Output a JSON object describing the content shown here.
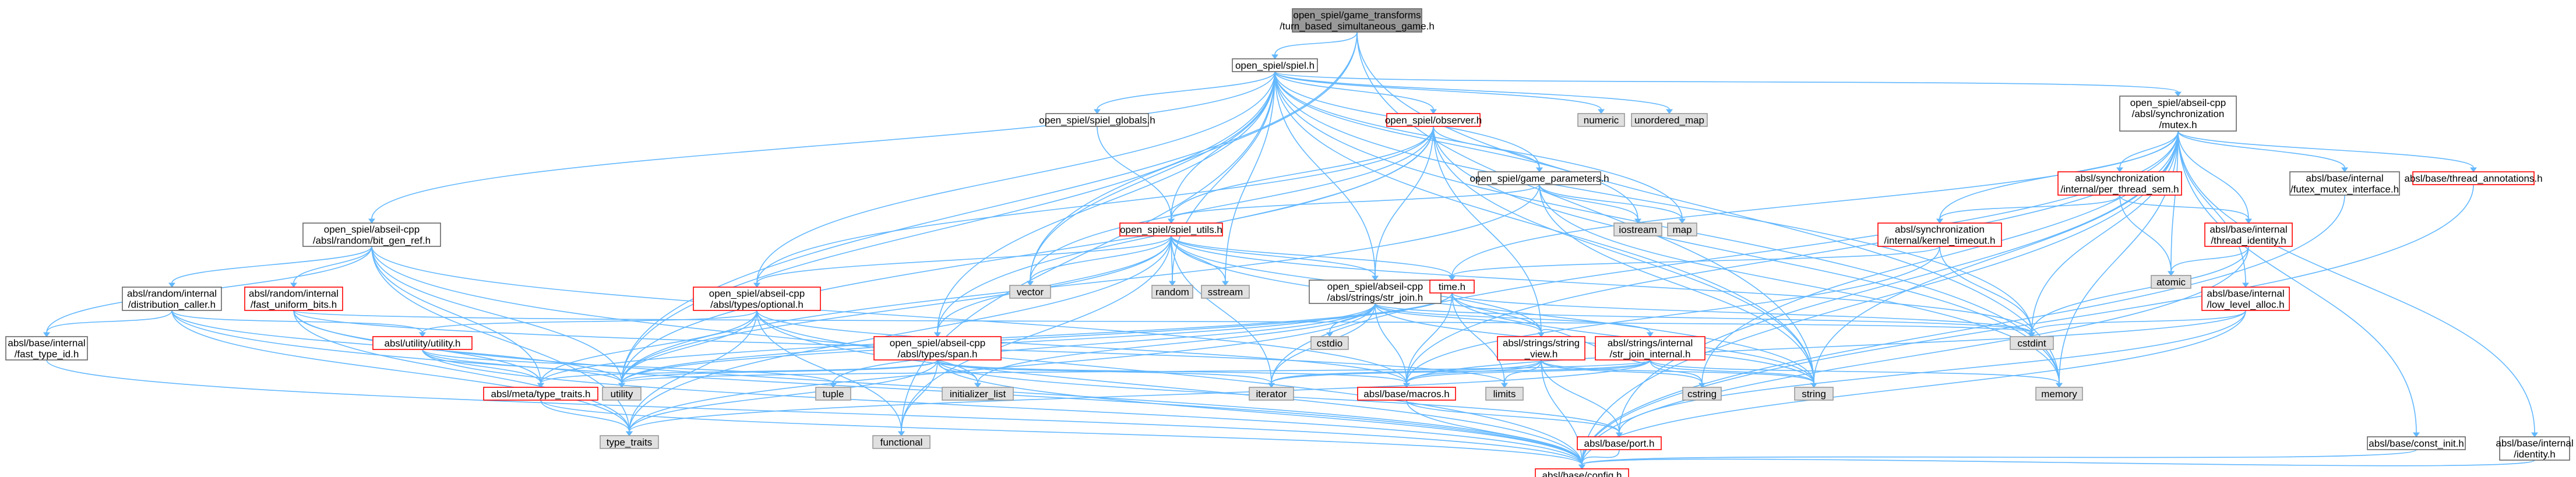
{
  "colors": {
    "root_fill": "#999999",
    "root_stroke": "#666666",
    "file_fill": "#ffffff",
    "file_stroke": "#666666",
    "incomplete_fill": "#ffffff",
    "incomplete_stroke": "#ff0000",
    "system_fill": "#e0e0e0",
    "system_stroke": "#999999",
    "edge": "#63b8ff"
  },
  "nodes": [
    {
      "id": "root",
      "kind": "root",
      "lines": [
        "open_spiel/game_transforms",
        "/turn_based_simultaneous_game.h"
      ]
    },
    {
      "id": "spiel",
      "kind": "file",
      "lines": [
        "open_spiel/spiel.h"
      ]
    },
    {
      "id": "spiel_globals",
      "kind": "file",
      "lines": [
        "open_spiel/spiel_globals.h"
      ]
    },
    {
      "id": "observer",
      "kind": "incomplete",
      "lines": [
        "open_spiel/observer.h"
      ]
    },
    {
      "id": "numeric",
      "kind": "system",
      "lines": [
        "numeric"
      ]
    },
    {
      "id": "unordered_map",
      "kind": "system",
      "lines": [
        "unordered_map"
      ]
    },
    {
      "id": "mutex",
      "kind": "file",
      "lines": [
        "open_spiel/abseil-cpp",
        "/absl/synchronization",
        "/mutex.h"
      ]
    },
    {
      "id": "bit_gen_ref",
      "kind": "file",
      "lines": [
        "open_spiel/abseil-cpp",
        "/absl/random/bit_gen_ref.h"
      ]
    },
    {
      "id": "game_parameters",
      "kind": "file",
      "lines": [
        "open_spiel/game_parameters.h"
      ]
    },
    {
      "id": "spiel_utils",
      "kind": "incomplete",
      "lines": [
        "open_spiel/spiel_utils.h"
      ]
    },
    {
      "id": "iostream",
      "kind": "system",
      "lines": [
        "iostream"
      ]
    },
    {
      "id": "map",
      "kind": "system",
      "lines": [
        "map"
      ]
    },
    {
      "id": "per_thread_sem",
      "kind": "incomplete",
      "lines": [
        "absl/synchronization",
        "/internal/per_thread_sem.h"
      ]
    },
    {
      "id": "kernel_timeout",
      "kind": "incomplete",
      "lines": [
        "absl/synchronization",
        "/internal/kernel_timeout.h"
      ]
    },
    {
      "id": "thread_identity",
      "kind": "incomplete",
      "lines": [
        "absl/base/internal",
        "/thread_identity.h"
      ]
    },
    {
      "id": "futex_waiter",
      "kind": "file",
      "lines": [
        "absl/base/internal",
        "/futex_mutex_interface.h"
      ]
    },
    {
      "id": "thread_annotations",
      "kind": "incomplete",
      "lines": [
        "absl/base/thread_annotations.h"
      ]
    },
    {
      "id": "atomic",
      "kind": "system",
      "lines": [
        "atomic"
      ]
    },
    {
      "id": "low_level_alloc",
      "kind": "incomplete",
      "lines": [
        "absl/base/internal",
        "/low_level_alloc.h"
      ]
    },
    {
      "id": "distribution_caller",
      "kind": "file",
      "lines": [
        "absl/random/internal",
        "/distribution_caller.h"
      ]
    },
    {
      "id": "fast_uniform_bits",
      "kind": "incomplete",
      "lines": [
        "absl/random/internal",
        "/fast_uniform_bits.h"
      ]
    },
    {
      "id": "optional",
      "kind": "incomplete",
      "lines": [
        "open_spiel/abseil-cpp",
        "/absl/types/optional.h"
      ]
    },
    {
      "id": "vector",
      "kind": "system",
      "lines": [
        "vector"
      ]
    },
    {
      "id": "random",
      "kind": "system",
      "lines": [
        "random"
      ]
    },
    {
      "id": "sstream",
      "kind": "system",
      "lines": [
        "sstream"
      ]
    },
    {
      "id": "str_join",
      "kind": "file",
      "lines": [
        "open_spiel/abseil-cpp",
        "/absl/strings/str_join.h"
      ]
    },
    {
      "id": "time_h",
      "kind": "incomplete",
      "lines": [
        "time.h"
      ]
    },
    {
      "id": "fast_type_id",
      "kind": "file",
      "lines": [
        "absl/base/internal",
        "/fast_type_id.h"
      ]
    },
    {
      "id": "utility_h",
      "kind": "incomplete",
      "lines": [
        "absl/utility/utility.h"
      ]
    },
    {
      "id": "span",
      "kind": "incomplete",
      "lines": [
        "open_spiel/abseil-cpp",
        "/absl/types/span.h"
      ]
    },
    {
      "id": "cstdio",
      "kind": "system",
      "lines": [
        "cstdio"
      ]
    },
    {
      "id": "string_view",
      "kind": "incomplete",
      "lines": [
        "absl/strings/string",
        "_view.h"
      ]
    },
    {
      "id": "str_join_internal",
      "kind": "incomplete",
      "lines": [
        "absl/strings/internal",
        "/str_join_internal.h"
      ]
    },
    {
      "id": "cstdint",
      "kind": "system",
      "lines": [
        "cstdint"
      ]
    },
    {
      "id": "type_traits_h",
      "kind": "incomplete",
      "lines": [
        "absl/meta/type_traits.h"
      ]
    },
    {
      "id": "utility",
      "kind": "system",
      "lines": [
        "utility"
      ]
    },
    {
      "id": "tuple",
      "kind": "system",
      "lines": [
        "tuple"
      ]
    },
    {
      "id": "initializer_list",
      "kind": "system",
      "lines": [
        "initializer_list"
      ]
    },
    {
      "id": "iterator",
      "kind": "system",
      "lines": [
        "iterator"
      ]
    },
    {
      "id": "macros",
      "kind": "incomplete",
      "lines": [
        "absl/base/macros.h"
      ]
    },
    {
      "id": "limits",
      "kind": "system",
      "lines": [
        "limits"
      ]
    },
    {
      "id": "cstring",
      "kind": "system",
      "lines": [
        "cstring"
      ]
    },
    {
      "id": "string",
      "kind": "system",
      "lines": [
        "string"
      ]
    },
    {
      "id": "memory",
      "kind": "system",
      "lines": [
        "memory"
      ]
    },
    {
      "id": "type_traits",
      "kind": "system",
      "lines": [
        "type_traits"
      ]
    },
    {
      "id": "functional",
      "kind": "system",
      "lines": [
        "functional"
      ]
    },
    {
      "id": "port",
      "kind": "incomplete",
      "lines": [
        "absl/base/port.h"
      ]
    },
    {
      "id": "const_init",
      "kind": "file",
      "lines": [
        "absl/base/const_init.h"
      ]
    },
    {
      "id": "identity",
      "kind": "file",
      "lines": [
        "absl/base/internal",
        "/identity.h"
      ]
    },
    {
      "id": "config",
      "kind": "incomplete",
      "lines": [
        "absl/base/config.h"
      ]
    }
  ],
  "edges": [
    [
      "root",
      "spiel"
    ],
    [
      "root",
      "vector"
    ],
    [
      "root",
      "string"
    ],
    [
      "root",
      "utility"
    ],
    [
      "root",
      "memory"
    ],
    [
      "spiel",
      "spiel_globals"
    ],
    [
      "spiel",
      "observer"
    ],
    [
      "spiel",
      "numeric"
    ],
    [
      "spiel",
      "unordered_map"
    ],
    [
      "spiel",
      "mutex"
    ],
    [
      "spiel",
      "bit_gen_ref"
    ],
    [
      "spiel",
      "game_parameters"
    ],
    [
      "spiel",
      "spiel_utils"
    ],
    [
      "spiel",
      "iostream"
    ],
    [
      "spiel",
      "map"
    ],
    [
      "spiel",
      "optional"
    ],
    [
      "spiel",
      "vector"
    ],
    [
      "spiel",
      "sstream"
    ],
    [
      "spiel",
      "str_join"
    ],
    [
      "spiel",
      "span"
    ],
    [
      "spiel",
      "utility"
    ],
    [
      "spiel",
      "string"
    ],
    [
      "spiel",
      "memory"
    ],
    [
      "spiel",
      "functional"
    ],
    [
      "spiel",
      "random"
    ],
    [
      "spiel",
      "cstdint"
    ],
    [
      "spiel_globals",
      "spiel_utils"
    ],
    [
      "observer",
      "spiel_utils"
    ],
    [
      "observer",
      "game_parameters"
    ],
    [
      "observer",
      "str_join"
    ],
    [
      "observer",
      "span"
    ],
    [
      "observer",
      "string_view"
    ],
    [
      "observer",
      "string"
    ],
    [
      "observer",
      "vector"
    ],
    [
      "observer",
      "memory"
    ],
    [
      "observer",
      "utility"
    ],
    [
      "observer",
      "optional"
    ],
    [
      "mutex",
      "per_thread_sem"
    ],
    [
      "mutex",
      "kernel_timeout"
    ],
    [
      "mutex",
      "thread_identity"
    ],
    [
      "mutex",
      "futex_waiter"
    ],
    [
      "mutex",
      "thread_annotations"
    ],
    [
      "mutex",
      "atomic"
    ],
    [
      "mutex",
      "low_level_alloc"
    ],
    [
      "mutex",
      "const_init"
    ],
    [
      "mutex",
      "identity"
    ],
    [
      "mutex",
      "cstdint"
    ],
    [
      "mutex",
      "string"
    ],
    [
      "mutex",
      "iterator"
    ],
    [
      "mutex",
      "cstring"
    ],
    [
      "mutex",
      "time_h"
    ],
    [
      "mutex",
      "macros"
    ],
    [
      "mutex",
      "port"
    ],
    [
      "mutex",
      "config"
    ],
    [
      "mutex",
      "memory"
    ],
    [
      "per_thread_sem",
      "kernel_timeout"
    ],
    [
      "per_thread_sem",
      "thread_identity"
    ],
    [
      "per_thread_sem",
      "atomic"
    ],
    [
      "kernel_timeout",
      "time_h"
    ],
    [
      "kernel_timeout",
      "cstdint"
    ],
    [
      "kernel_timeout",
      "macros"
    ],
    [
      "thread_identity",
      "atomic"
    ],
    [
      "thread_identity",
      "cstdint"
    ],
    [
      "thread_identity",
      "config"
    ],
    [
      "low_level_alloc",
      "cstdint"
    ],
    [
      "low_level_alloc",
      "port"
    ],
    [
      "low_level_alloc",
      "macros"
    ],
    [
      "low_level_alloc",
      "config"
    ],
    [
      "futex_waiter",
      "config"
    ],
    [
      "thread_annotations",
      "config"
    ],
    [
      "const_init",
      "config"
    ],
    [
      "identity",
      "config"
    ],
    [
      "bit_gen_ref",
      "distribution_caller"
    ],
    [
      "bit_gen_ref",
      "fast_uniform_bits"
    ],
    [
      "bit_gen_ref",
      "fast_type_id"
    ],
    [
      "bit_gen_ref",
      "type_traits_h"
    ],
    [
      "bit_gen_ref",
      "utility"
    ],
    [
      "bit_gen_ref",
      "type_traits"
    ],
    [
      "bit_gen_ref",
      "config"
    ],
    [
      "bit_gen_ref",
      "macros"
    ],
    [
      "distribution_caller",
      "fast_type_id"
    ],
    [
      "distribution_caller",
      "utility_h"
    ],
    [
      "distribution_caller",
      "utility"
    ],
    [
      "distribution_caller",
      "type_traits"
    ],
    [
      "distribution_caller",
      "config"
    ],
    [
      "fast_uniform_bits",
      "type_traits_h"
    ],
    [
      "fast_uniform_bits",
      "limits"
    ],
    [
      "fast_uniform_bits",
      "cstdint"
    ],
    [
      "fast_uniform_bits",
      "type_traits"
    ],
    [
      "fast_uniform_bits",
      "config"
    ],
    [
      "fast_type_id",
      "config"
    ],
    [
      "game_parameters",
      "spiel_utils"
    ],
    [
      "game_parameters",
      "iostream"
    ],
    [
      "game_parameters",
      "map"
    ],
    [
      "game_parameters",
      "string"
    ],
    [
      "game_parameters",
      "memory"
    ],
    [
      "game_parameters",
      "utility"
    ],
    [
      "spiel_utils",
      "optional"
    ],
    [
      "spiel_utils",
      "str_join"
    ],
    [
      "spiel_utils",
      "span"
    ],
    [
      "spiel_utils",
      "vector"
    ],
    [
      "spiel_utils",
      "random"
    ],
    [
      "spiel_utils",
      "sstream"
    ],
    [
      "spiel_utils",
      "time_h"
    ],
    [
      "spiel_utils",
      "string"
    ],
    [
      "spiel_utils",
      "utility"
    ],
    [
      "spiel_utils",
      "cstdint"
    ],
    [
      "spiel_utils",
      "functional"
    ],
    [
      "spiel_utils",
      "iterator"
    ],
    [
      "spiel_utils",
      "type_traits"
    ],
    [
      "spiel_utils",
      "string_view"
    ],
    [
      "optional",
      "utility_h"
    ],
    [
      "optional",
      "type_traits_h"
    ],
    [
      "optional",
      "macros"
    ],
    [
      "optional",
      "config"
    ],
    [
      "optional",
      "utility"
    ],
    [
      "optional",
      "type_traits"
    ],
    [
      "optional",
      "functional"
    ],
    [
      "optional",
      "initializer_list"
    ],
    [
      "str_join",
      "string_view"
    ],
    [
      "str_join",
      "str_join_internal"
    ],
    [
      "str_join",
      "macros"
    ],
    [
      "str_join",
      "cstdio"
    ],
    [
      "str_join",
      "utility"
    ],
    [
      "str_join",
      "string"
    ],
    [
      "str_join",
      "tuple"
    ],
    [
      "str_join",
      "initializer_list"
    ],
    [
      "str_join",
      "cstdint"
    ],
    [
      "str_join",
      "iterator"
    ],
    [
      "str_join",
      "type_traits"
    ],
    [
      "time_h",
      "string_view"
    ],
    [
      "time_h",
      "macros"
    ],
    [
      "time_h",
      "cstdint"
    ],
    [
      "time_h",
      "limits"
    ],
    [
      "time_h",
      "string"
    ],
    [
      "time_h",
      "utility"
    ],
    [
      "time_h",
      "type_traits_h"
    ],
    [
      "utility_h",
      "type_traits_h"
    ],
    [
      "utility_h",
      "utility"
    ],
    [
      "utility_h",
      "tuple"
    ],
    [
      "utility_h",
      "config"
    ],
    [
      "span",
      "type_traits_h"
    ],
    [
      "span",
      "macros"
    ],
    [
      "span",
      "port"
    ],
    [
      "span",
      "config"
    ],
    [
      "span",
      "utility"
    ],
    [
      "span",
      "initializer_list"
    ],
    [
      "span",
      "iterator"
    ],
    [
      "span",
      "type_traits"
    ],
    [
      "span",
      "functional"
    ],
    [
      "string_view",
      "macros"
    ],
    [
      "string_view",
      "port"
    ],
    [
      "string_view",
      "config"
    ],
    [
      "string_view",
      "limits"
    ],
    [
      "string_view",
      "cstring"
    ],
    [
      "string_view",
      "string"
    ],
    [
      "string_view",
      "iterator"
    ],
    [
      "str_join_internal",
      "string_view"
    ],
    [
      "str_join_internal",
      "macros"
    ],
    [
      "str_join_internal",
      "cstring"
    ],
    [
      "str_join_internal",
      "string"
    ],
    [
      "str_join_internal",
      "memory"
    ],
    [
      "str_join_internal",
      "utility"
    ],
    [
      "str_join_internal",
      "type_traits"
    ],
    [
      "str_join_internal",
      "iterator"
    ],
    [
      "type_traits_h",
      "type_traits"
    ],
    [
      "type_traits_h",
      "config"
    ],
    [
      "macros",
      "port"
    ],
    [
      "macros",
      "config"
    ],
    [
      "port",
      "config"
    ]
  ]
}
